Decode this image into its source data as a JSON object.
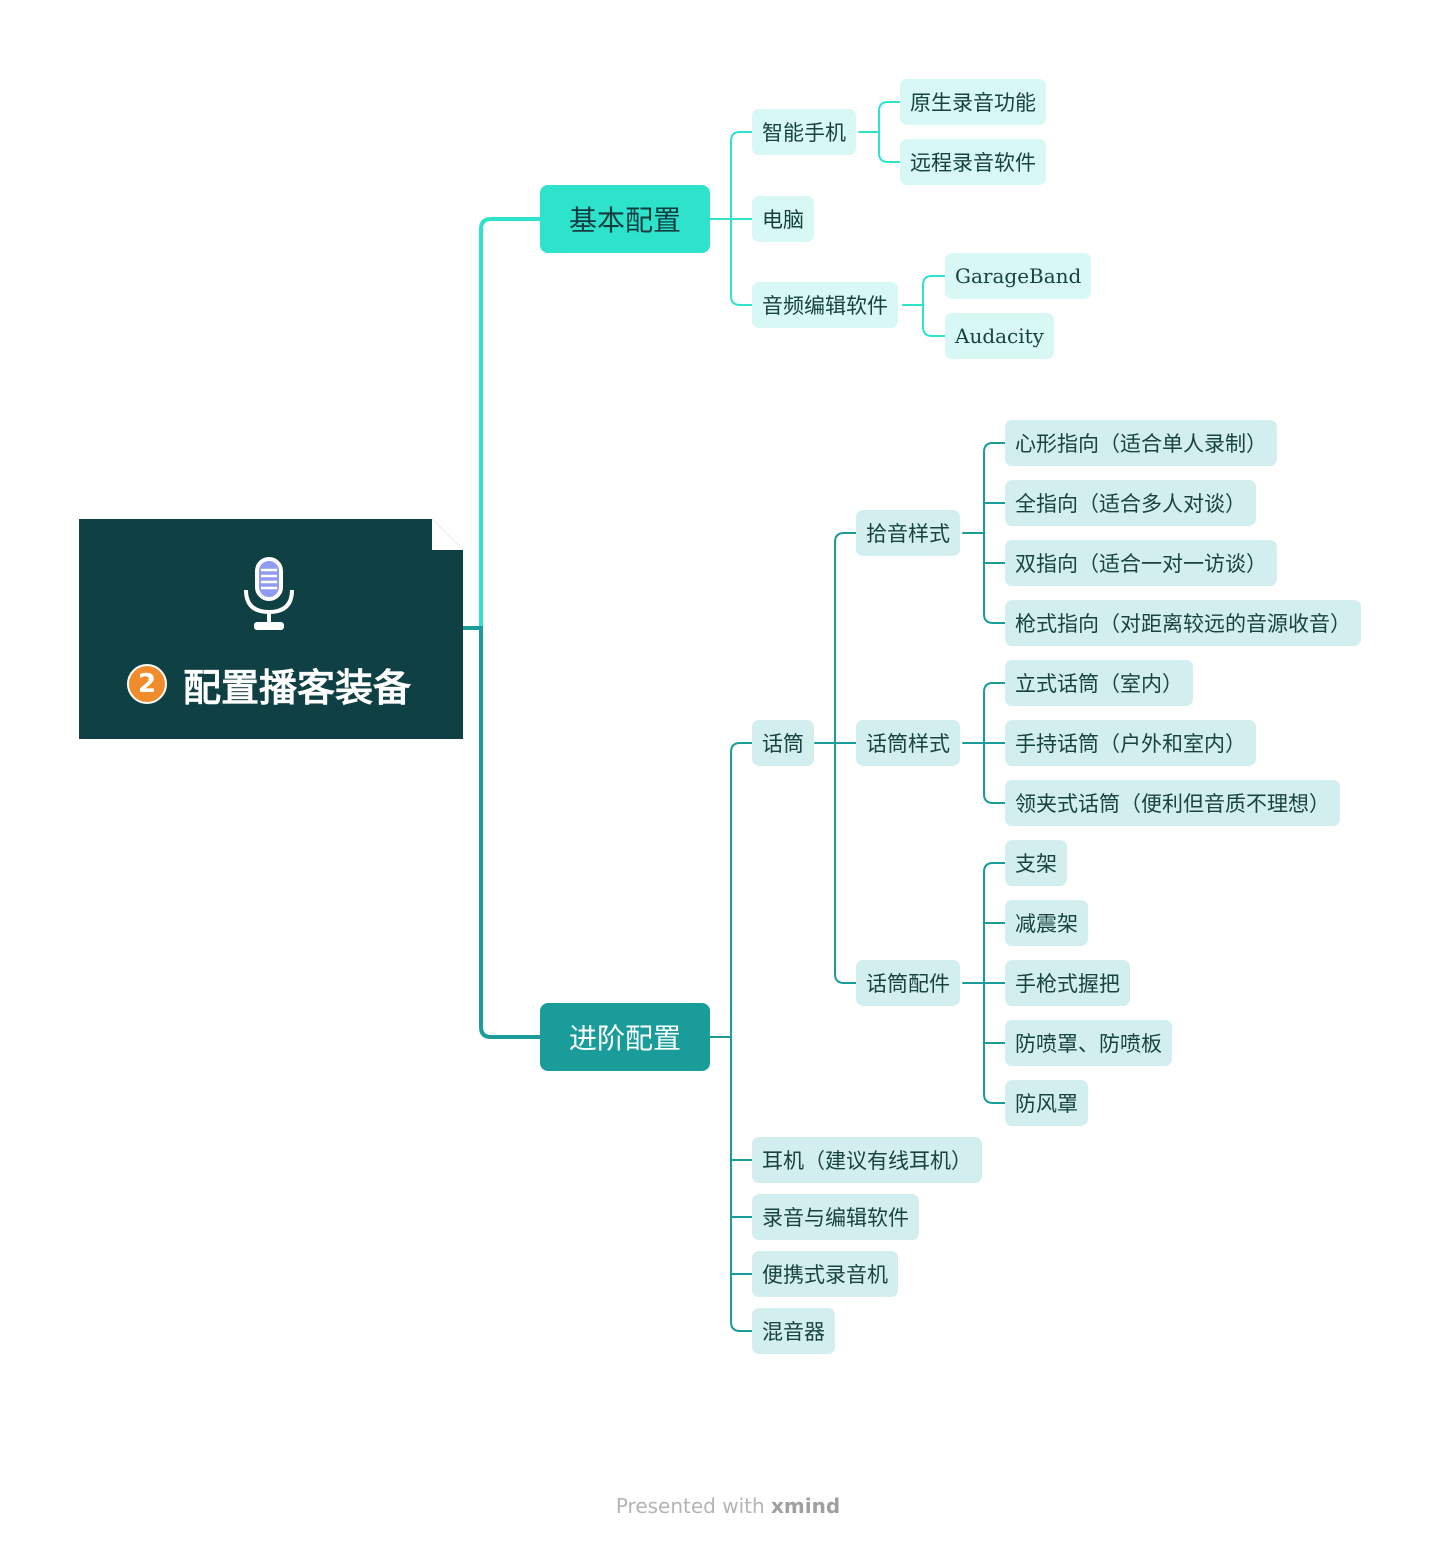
{
  "root": {
    "badge": "2",
    "title": "配置播客装备",
    "icon": "microphone-icon"
  },
  "basic": {
    "label": "基本配置",
    "phone": {
      "label": "智能手机",
      "children": [
        "原生录音功能",
        "远程录音软件"
      ]
    },
    "computer": {
      "label": "电脑"
    },
    "audio_editor": {
      "label": "音频编辑软件",
      "children": [
        "GarageBand",
        "Audacity"
      ]
    }
  },
  "advanced": {
    "label": "进阶配置",
    "mic": {
      "label": "话筒",
      "pickup": {
        "label": "拾音样式",
        "children": [
          "心形指向（适合单人录制）",
          "全指向（适合多人对谈）",
          "双指向（适合一对一访谈）",
          "枪式指向（对距离较远的音源收音）"
        ]
      },
      "style": {
        "label": "话筒样式",
        "children": [
          "立式话筒（室内）",
          "手持话筒（户外和室内）",
          "领夹式话筒（便利但音质不理想）"
        ]
      },
      "accessories": {
        "label": "话筒配件",
        "children": [
          "支架",
          "减震架",
          "手枪式握把",
          "防喷罩、防喷板",
          "防风罩"
        ]
      }
    },
    "others": [
      "耳机（建议有线耳机）",
      "录音与编辑软件",
      "便携式录音机",
      "混音器"
    ]
  },
  "colors": {
    "root": "#0f4043",
    "basic_accent": "#2ee3cc",
    "advanced_accent": "#1a9c9b",
    "badge": "#f08c2c"
  },
  "footer": {
    "prefix": "Presented with",
    "brand": "xmind"
  }
}
